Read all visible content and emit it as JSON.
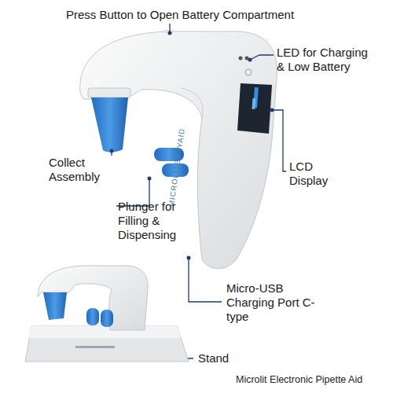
{
  "diagram": {
    "caption": "Microlit Electronic Pipette Aid",
    "labels": [
      "Press Button to Open Battery Compartment",
      "LED for Charging & Low Battery",
      "LCD Display",
      "Collect Assembly",
      "Plunger for Filling & Dispensing",
      "Micro-USB Charging Port C-type",
      "Stand",
      "MICROLITEASYAID"
    ]
  }
}
